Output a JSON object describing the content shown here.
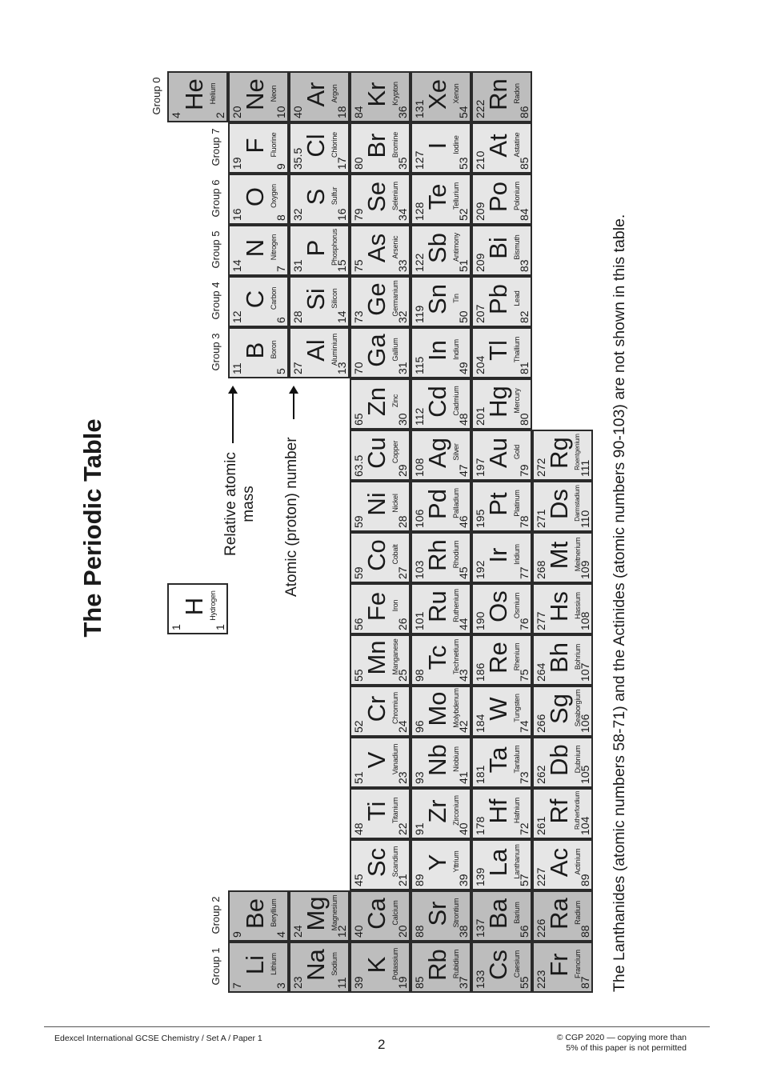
{
  "title": "The Periodic Table",
  "group_labels": [
    "Group 1",
    "Group 2",
    "Group 3",
    "Group 4",
    "Group 5",
    "Group 6",
    "Group 7",
    "Group 0"
  ],
  "annotations": {
    "relative_atomic_mass_line1": "Relative atomic",
    "relative_atomic_mass_line2": "mass",
    "atomic_number": "Atomic (proton) number"
  },
  "footnote": "The Lanthanides (atomic numbers 58-71) and the Actinides (atomic numbers 90-103) are not shown in this table.",
  "footer": {
    "left": "Edexcel International GCSE Chemistry / Set A / Paper 1",
    "page": "2",
    "right_line1": "© CGP 2020 — copying more than",
    "right_line2": "5% of this paper is not permitted"
  },
  "colors": {
    "alkali_noble_fill": "#bdbdbd",
    "other_fill": "#e6e6e6",
    "border": "#2a2a2a"
  },
  "elements": [
    [
      "1",
      "H",
      "Hydrogen",
      "1",
      7,
      1
    ],
    [
      "4",
      "He",
      "Helium",
      "2",
      17,
      1
    ],
    [
      "7",
      "Li",
      "Lithium",
      "3",
      0,
      2
    ],
    [
      "9",
      "Be",
      "Beryllium",
      "4",
      1,
      2
    ],
    [
      "11",
      "B",
      "Boron",
      "5",
      12,
      2
    ],
    [
      "12",
      "C",
      "Carbon",
      "6",
      13,
      2
    ],
    [
      "14",
      "N",
      "Nitrogen",
      "7",
      14,
      2
    ],
    [
      "16",
      "O",
      "Oxygen",
      "8",
      15,
      2
    ],
    [
      "19",
      "F",
      "Fluorine",
      "9",
      16,
      2
    ],
    [
      "20",
      "Ne",
      "Neon",
      "10",
      17,
      2
    ],
    [
      "23",
      "Na",
      "Sodium",
      "11",
      0,
      3
    ],
    [
      "24",
      "Mg",
      "Magnesium",
      "12",
      1,
      3
    ],
    [
      "27",
      "Al",
      "Aluminium",
      "13",
      12,
      3
    ],
    [
      "28",
      "Si",
      "Silicon",
      "14",
      13,
      3
    ],
    [
      "31",
      "P",
      "Phosphorus",
      "15",
      14,
      3
    ],
    [
      "32",
      "S",
      "Sulfur",
      "16",
      15,
      3
    ],
    [
      "35.5",
      "Cl",
      "Chlorine",
      "17",
      16,
      3
    ],
    [
      "40",
      "Ar",
      "Argon",
      "18",
      17,
      3
    ],
    [
      "39",
      "K",
      "Potassium",
      "19",
      0,
      4
    ],
    [
      "40",
      "Ca",
      "Calcium",
      "20",
      1,
      4
    ],
    [
      "45",
      "Sc",
      "Scandium",
      "21",
      2,
      4
    ],
    [
      "48",
      "Ti",
      "Titanium",
      "22",
      3,
      4
    ],
    [
      "51",
      "V",
      "Vanadium",
      "23",
      4,
      4
    ],
    [
      "52",
      "Cr",
      "Chromium",
      "24",
      5,
      4
    ],
    [
      "55",
      "Mn",
      "Manganese",
      "25",
      6,
      4
    ],
    [
      "56",
      "Fe",
      "Iron",
      "26",
      7,
      4
    ],
    [
      "59",
      "Co",
      "Cobalt",
      "27",
      8,
      4
    ],
    [
      "59",
      "Ni",
      "Nickel",
      "28",
      9,
      4
    ],
    [
      "63.5",
      "Cu",
      "Copper",
      "29",
      10,
      4
    ],
    [
      "65",
      "Zn",
      "Zinc",
      "30",
      11,
      4
    ],
    [
      "70",
      "Ga",
      "Gallium",
      "31",
      12,
      4
    ],
    [
      "73",
      "Ge",
      "Germanium",
      "32",
      13,
      4
    ],
    [
      "75",
      "As",
      "Arsenic",
      "33",
      14,
      4
    ],
    [
      "79",
      "Se",
      "Selenium",
      "34",
      15,
      4
    ],
    [
      "80",
      "Br",
      "Bromine",
      "35",
      16,
      4
    ],
    [
      "84",
      "Kr",
      "Krypton",
      "36",
      17,
      4
    ],
    [
      "85",
      "Rb",
      "Rubidium",
      "37",
      0,
      5
    ],
    [
      "88",
      "Sr",
      "Strontium",
      "38",
      1,
      5
    ],
    [
      "89",
      "Y",
      "Yttrium",
      "39",
      2,
      5
    ],
    [
      "91",
      "Zr",
      "Zirconium",
      "40",
      3,
      5
    ],
    [
      "93",
      "Nb",
      "Niobium",
      "41",
      4,
      5
    ],
    [
      "96",
      "Mo",
      "Molybdenum",
      "42",
      5,
      5
    ],
    [
      "98",
      "Tc",
      "Technetium",
      "43",
      6,
      5
    ],
    [
      "101",
      "Ru",
      "Ruthenium",
      "44",
      7,
      5
    ],
    [
      "103",
      "Rh",
      "Rhodium",
      "45",
      8,
      5
    ],
    [
      "106",
      "Pd",
      "Palladium",
      "46",
      9,
      5
    ],
    [
      "108",
      "Ag",
      "Silver",
      "47",
      10,
      5
    ],
    [
      "112",
      "Cd",
      "Cadmium",
      "48",
      11,
      5
    ],
    [
      "115",
      "In",
      "Indium",
      "49",
      12,
      5
    ],
    [
      "119",
      "Sn",
      "Tin",
      "50",
      13,
      5
    ],
    [
      "122",
      "Sb",
      "Antimony",
      "51",
      14,
      5
    ],
    [
      "128",
      "Te",
      "Tellurium",
      "52",
      15,
      5
    ],
    [
      "127",
      "I",
      "Iodine",
      "53",
      16,
      5
    ],
    [
      "131",
      "Xe",
      "Xenon",
      "54",
      17,
      5
    ],
    [
      "133",
      "Cs",
      "Caesium",
      "55",
      0,
      6
    ],
    [
      "137",
      "Ba",
      "Barium",
      "56",
      1,
      6
    ],
    [
      "139",
      "La",
      "Lanthanum",
      "57",
      2,
      6
    ],
    [
      "178",
      "Hf",
      "Hafnium",
      "72",
      3,
      6
    ],
    [
      "181",
      "Ta",
      "Tantalum",
      "73",
      4,
      6
    ],
    [
      "184",
      "W",
      "Tungsten",
      "74",
      5,
      6
    ],
    [
      "186",
      "Re",
      "Rhenium",
      "75",
      6,
      6
    ],
    [
      "190",
      "Os",
      "Osmium",
      "76",
      7,
      6
    ],
    [
      "192",
      "Ir",
      "Iridium",
      "77",
      8,
      6
    ],
    [
      "195",
      "Pt",
      "Platinum",
      "78",
      9,
      6
    ],
    [
      "197",
      "Au",
      "Gold",
      "79",
      10,
      6
    ],
    [
      "201",
      "Hg",
      "Mercury",
      "80",
      11,
      6
    ],
    [
      "204",
      "Tl",
      "Thallium",
      "81",
      12,
      6
    ],
    [
      "207",
      "Pb",
      "Lead",
      "82",
      13,
      6
    ],
    [
      "209",
      "Bi",
      "Bismuth",
      "83",
      14,
      6
    ],
    [
      "209",
      "Po",
      "Polonium",
      "84",
      15,
      6
    ],
    [
      "210",
      "At",
      "Astatine",
      "85",
      16,
      6
    ],
    [
      "222",
      "Rn",
      "Radon",
      "86",
      17,
      6
    ],
    [
      "223",
      "Fr",
      "Francium",
      "87",
      0,
      7
    ],
    [
      "226",
      "Ra",
      "Radium",
      "88",
      1,
      7
    ],
    [
      "227",
      "Ac",
      "Actinium",
      "89",
      2,
      7
    ],
    [
      "261",
      "Rf",
      "Rutherfordium",
      "104",
      3,
      7
    ],
    [
      "262",
      "Db",
      "Dubnium",
      "105",
      4,
      7
    ],
    [
      "266",
      "Sg",
      "Seaborgium",
      "106",
      5,
      7
    ],
    [
      "264",
      "Bh",
      "Bohrium",
      "107",
      6,
      7
    ],
    [
      "277",
      "Hs",
      "Hassium",
      "108",
      7,
      7
    ],
    [
      "268",
      "Mt",
      "Meitnerium",
      "109",
      8,
      7
    ],
    [
      "271",
      "Ds",
      "Darmstadium",
      "110",
      9,
      7
    ],
    [
      "272",
      "Rg",
      "Roentgenium",
      "111",
      10,
      7
    ]
  ]
}
